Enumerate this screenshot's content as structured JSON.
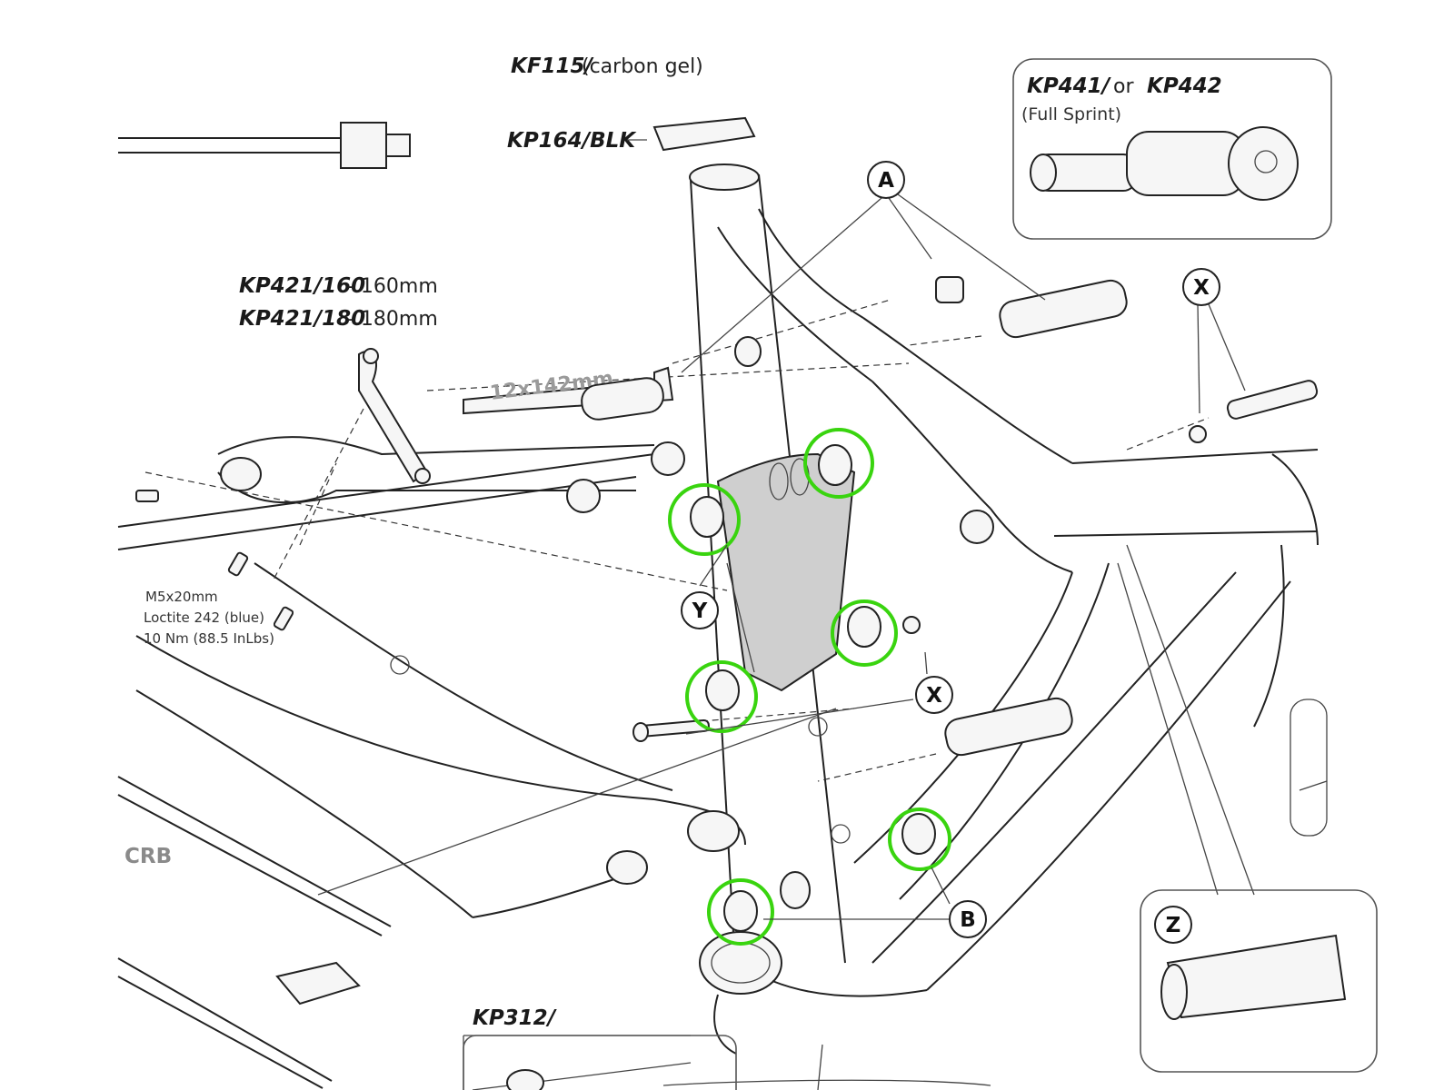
{
  "labels": {
    "kf115_code": "KF115/",
    "kf115_desc": "(carbon gel)",
    "kp164": "KP164/BLK",
    "kp441": "KP441/",
    "kp441_or": "or",
    "kp442": "KP442",
    "full_sprint": "(Full Sprint)",
    "kp421_160_code": "KP421/160",
    "kp421_160_size": "- 160mm",
    "kp421_180_code": "KP421/180",
    "kp421_180_size": "- 180mm",
    "axle_marking": "12x142mm",
    "bolt_spec_1": "M5x20mm",
    "bolt_spec_2": "Loctite 242 (blue)",
    "bolt_spec_3": "10 Nm (88.5 InLbs)",
    "crb": "CRB",
    "kp312": "KP312/"
  },
  "callouts": {
    "a": "A",
    "x_top": "X",
    "y": "Y",
    "x_mid": "X",
    "b": "B",
    "z": "Z"
  },
  "highlight_color": "#39d40f"
}
